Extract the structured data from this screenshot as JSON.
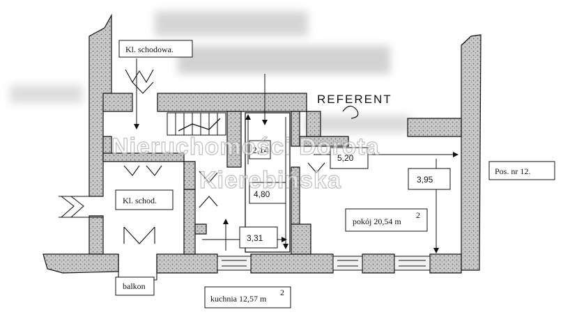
{
  "labels": {
    "kl_schodowa": "Kl. schodowa.",
    "kl_schod": "Kl. schod.",
    "balkon": "balkon",
    "kuchnia": "kuchnia  12,57 m",
    "kuchnia_sup": "2",
    "pokoj": "pokój  20,54 m",
    "pokoj_sup": "2",
    "pos": "Pos. nr 12.",
    "referent": "REFERENT"
  },
  "dimensions": {
    "d_214": "2,14",
    "d_480": "4,80",
    "d_331": "3,31",
    "d_520": "5,20",
    "d_395": "3,95"
  },
  "watermark": {
    "line1": "Nieruchomości Dorota",
    "line2": "Kierebińska"
  },
  "colors": {
    "wall_fill": "#bdbdbd",
    "line": "#111111",
    "blur": "#d4d4d4"
  }
}
